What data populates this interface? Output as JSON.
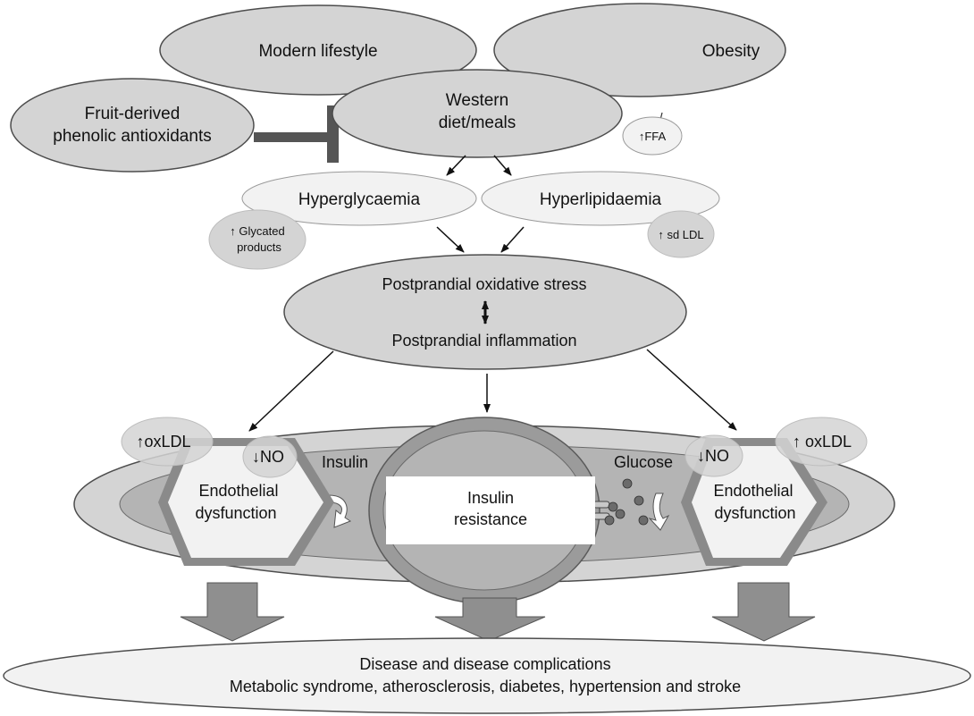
{
  "colors": {
    "dark_fill": "#d4d4d4",
    "light_fill": "#f2f2f2",
    "mid_fill": "#b4b4b4",
    "outline": "#4d4d4d",
    "hexagon_border": "#8a8a8a",
    "arrow_fill": "#8f8f8f",
    "inhibitor": "#555555",
    "glucose_dot": "#6b6b6b"
  },
  "nodes": {
    "modern_lifestyle": "Modern lifestyle",
    "obesity": "Obesity",
    "western_diet_line1": "Western",
    "western_diet_line2": "diet/meals",
    "fruit_line1": "Fruit-derived",
    "fruit_line2": "phenolic antioxidants",
    "ffa": "↑FFA",
    "hyperglycaemia": "Hyperglycaemia",
    "hyperlipidaemia": "Hyperlipidaemia",
    "glycated_line1": "↑ Glycated",
    "glycated_line2": "products",
    "sd_ldl": "↑ sd LDL",
    "oxidative_stress": "Postprandial oxidative stress",
    "inflammation": "Postprandial inflammation",
    "oxldl_left": "↑oxLDL",
    "oxldl_right": "↑ oxLDL",
    "no_left": "↓NO",
    "no_right": "↓NO",
    "insulin": "Insulin",
    "glucose": "Glucose",
    "insulin_resistance_line1": "Insulin",
    "insulin_resistance_line2": "resistance",
    "endothelial_left_line1": "Endothelial",
    "endothelial_left_line2": "dysfunction",
    "endothelial_right_line1": "Endothelial",
    "endothelial_right_line2": "dysfunction",
    "disease_line1": "Disease and disease complications",
    "disease_line2": "Metabolic syndrome, atherosclerosis, diabetes, hypertension and stroke"
  }
}
